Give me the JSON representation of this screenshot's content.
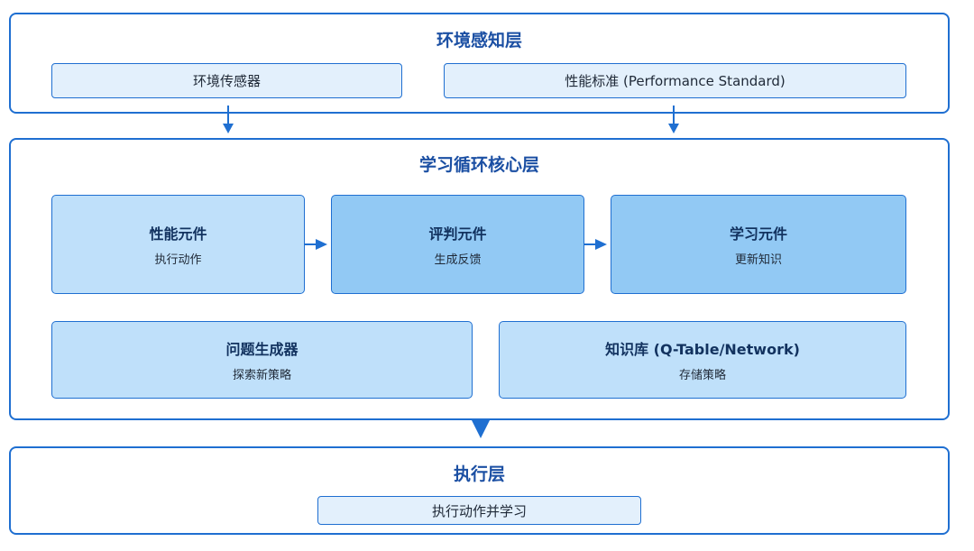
{
  "layers": {
    "perception": {
      "title": "环境感知层",
      "sensor_label": "环境传感器",
      "standard_label": "性能标准 (Performance Standard)"
    },
    "core": {
      "title": "学习循环核心层",
      "performance": {
        "title": "性能元件",
        "subtitle": "执行动作"
      },
      "critic": {
        "title": "评判元件",
        "subtitle": "生成反馈"
      },
      "learning": {
        "title": "学习元件",
        "subtitle": "更新知识"
      },
      "problem_generator": {
        "title": "问题生成器",
        "subtitle": "探索新策略"
      },
      "knowledge_base": {
        "title": "知识库 (Q-Table/Network)",
        "subtitle": "存储策略"
      }
    },
    "execution": {
      "title": "执行层",
      "action_label": "执行动作并学习"
    }
  },
  "colors": {
    "border": "#1f6fd1",
    "title_text": "#1b4fa3",
    "pill_fill": "#e3f0fc",
    "box_light": "#bfe0fa",
    "box_mid": "#92c9f4"
  }
}
